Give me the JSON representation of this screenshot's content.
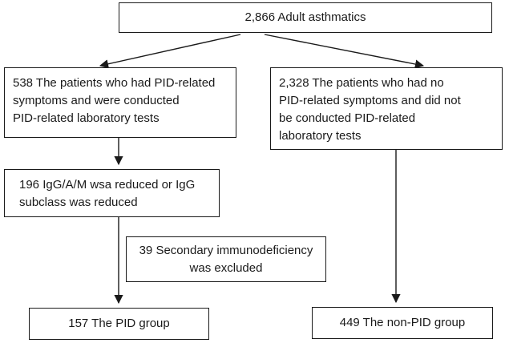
{
  "flowchart": {
    "root": {
      "text": "2,866 Adult asthmatics"
    },
    "pid_symptoms": {
      "lines": [
        "538 The patients who had PID-related",
        "symptoms and were conducted",
        "PID-related laboratory tests"
      ]
    },
    "no_pid_symptoms": {
      "lines": [
        "2,328 The patients who had no",
        "PID-related symptoms and did not",
        "be conducted PID-related",
        "laboratory tests"
      ]
    },
    "reduced": {
      "lines": [
        "196 IgG/A/M wsa reduced or IgG",
        "subclass was reduced"
      ]
    },
    "excluded": {
      "lines": [
        "39 Secondary immunodeficiency",
        "was excluded"
      ]
    },
    "pid_group": {
      "text": "157 The PID group"
    },
    "non_pid_group": {
      "text": "449 The non-PID group"
    }
  }
}
